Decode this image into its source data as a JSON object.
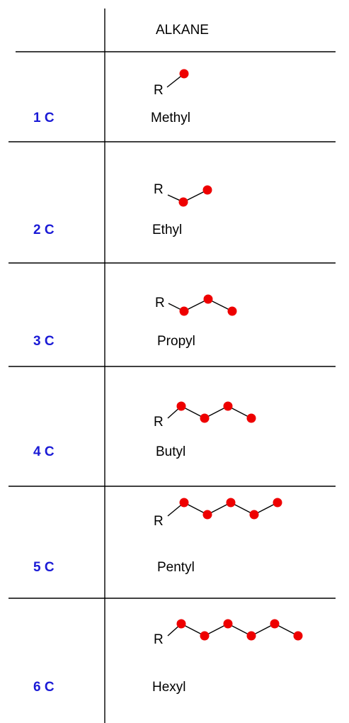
{
  "header": {
    "column_title": "ALKANE"
  },
  "colors": {
    "count_label": "#1a1ad6",
    "atom": "#ee0000",
    "line": "#000000"
  },
  "rows": [
    {
      "count": "1 C",
      "name": "Methyl",
      "substituent": "R",
      "carbons": 1
    },
    {
      "count": "2 C",
      "name": "Ethyl",
      "substituent": "R",
      "carbons": 2
    },
    {
      "count": "3 C",
      "name": "Propyl",
      "substituent": "R",
      "carbons": 3
    },
    {
      "count": "4 C",
      "name": "Butyl",
      "substituent": "R",
      "carbons": 4
    },
    {
      "count": "5 C",
      "name": "Pentyl",
      "substituent": "R",
      "carbons": 5
    },
    {
      "count": "6 C",
      "name": "Hexyl",
      "substituent": "R",
      "carbons": 6
    }
  ]
}
